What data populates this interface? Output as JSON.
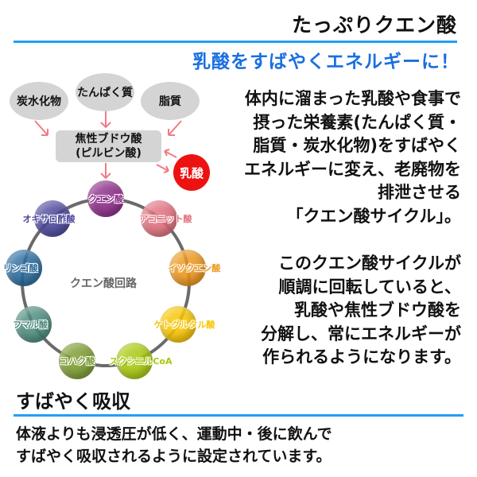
{
  "header": {
    "title": "たっぷりクエン酸",
    "subtitle": "乳酸をすばやくエネルギーに！"
  },
  "diagram": {
    "sources": [
      "炭水化物",
      "たんぱく質",
      "脂質"
    ],
    "pyruvate": [
      "焦性ブドウ酸",
      "(ピルビン酸)"
    ],
    "lactic": "乳酸",
    "cycle_title": "クエン酸回路",
    "cycle": [
      {
        "label": "クエン酸",
        "color": "#8a2a86"
      },
      {
        "label": "アコニット酸",
        "color": "#e0707e"
      },
      {
        "label": "イソクエン酸",
        "color": "#eb961c"
      },
      {
        "label": "ケトグルタル酸",
        "color": "#f7c400"
      },
      {
        "label": "スクシニルCoA",
        "color": "#a6c80c"
      },
      {
        "label": "コハク酸",
        "color": "#7a9a2e"
      },
      {
        "label": "フマル酸",
        "color": "#4c8a7c"
      },
      {
        "label": "リンゴ酸",
        "color": "#2a6a9c"
      },
      {
        "label": "オキサロ酢酸",
        "color": "#4a469a"
      }
    ]
  },
  "description": {
    "para1": "体内に溜まった乳酸や食事で\n摂った栄養素(たんぱく質・\n脂質・炭水化物)をすばやく\nエネルギーに変え、老廃物を\n排泄させる\n「クエン酸サイクル」。",
    "para2": "このクエン酸サイクルが\n順調に回転していると、\n乳酸や焦性ブドウ酸を\n分解し、常にエネルギーが\n作られるようになります。"
  },
  "absorption": {
    "heading": "すばやく吸収",
    "text": "体液よりも浸透圧が低く、運動中・後に飲んで\nすばやく吸収されるように設定されています。"
  }
}
